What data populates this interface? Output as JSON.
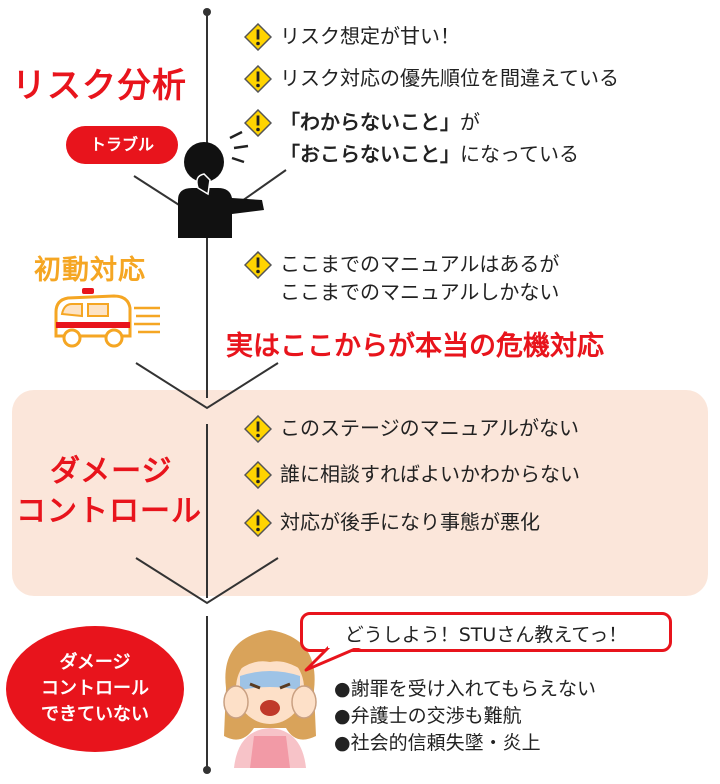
{
  "sections": {
    "risk": {
      "title": "リスク分析",
      "items": [
        {
          "parts": [
            {
              "text": "リスク想定が甘い！",
              "bold": false
            }
          ]
        },
        {
          "parts": [
            {
              "text": "リスク対応の優先順位を間違えている",
              "bold": false
            }
          ]
        },
        {
          "parts": [
            {
              "text": "「わからないこと」",
              "bold": true
            },
            {
              "text": "が",
              "bold": false
            }
          ],
          "parts2": [
            {
              "text": "「おこらないこと」",
              "bold": true
            },
            {
              "text": "になっている",
              "bold": false
            }
          ]
        }
      ]
    },
    "trouble": {
      "label": "トラブル"
    },
    "initial": {
      "title": "初動対応",
      "lines": [
        "ここまでのマニュアルはあるが",
        "ここまでのマニュアルしかない"
      ]
    },
    "crisis": {
      "text": "実はここからが本当の危機対応"
    },
    "damage": {
      "title_line1": "ダメージ",
      "title_line2": "コントロール",
      "items": [
        "このステージのマニュアルがない",
        "誰に相談すればよいかわからない",
        "対応が後手になり事態が悪化"
      ]
    },
    "failure": {
      "label_line1": "ダメージ",
      "label_line2": "コントロール",
      "label_line3": "できていない",
      "speech": "どうしよう！STUさん教えてっ！",
      "bullets": [
        "●謝罪を受け入れてもらえない",
        "●弁護士の交渉も難航",
        "●社会的信頼失墜・炎上"
      ]
    }
  },
  "colors": {
    "accent_red": "#e8141c",
    "accent_orange": "#f5a623",
    "warn_yellow": "#ffd400",
    "panel_bg": "#fbe6da"
  },
  "icons": [
    "warning-icon",
    "ambulance-icon",
    "troubled-person-icon",
    "worried-woman-icon"
  ]
}
